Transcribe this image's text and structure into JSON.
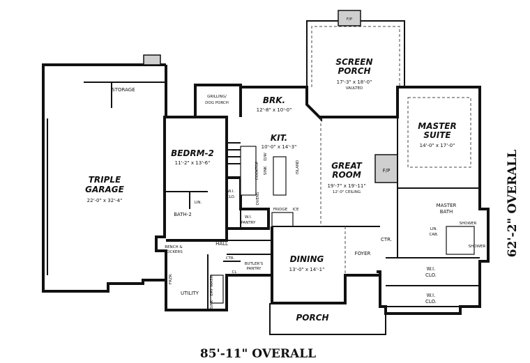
{
  "rooms": {
    "screen_porch": {
      "title_1": "SCREEN",
      "title_2": "PORCH",
      "dim": "17'-3\" x 18'-0\"",
      "note": "VAULTED"
    },
    "fp_top": "F/P",
    "storage": "STORAGE",
    "grilling": {
      "line1": "GRILLING/",
      "line2": "DOG PORCH"
    },
    "brk": {
      "title": "BRK.",
      "dim": "12'-8\" x 10'-0\""
    },
    "kit": {
      "title": "KIT.",
      "dim": "10'-0\" x 14'-3\""
    },
    "kitchen_labels": {
      "sink": "SINK",
      "dw": "D/W",
      "cooktop": "COOKTOP",
      "ovens": "OVENS",
      "island": "ISLAND",
      "fridge": "FRIDGE",
      "ice": "ICE"
    },
    "master_suite": {
      "title_1": "MASTER",
      "title_2": "SUITE",
      "dim": "14'-0\" x 17'-0\""
    },
    "bedrm2": {
      "title": "BEDRM-2",
      "dim": "11'-2\" x 13'-6\""
    },
    "garage": {
      "title_1": "TRIPLE",
      "title_2": "GARAGE",
      "dim": "22'-0\" x 32'-4\""
    },
    "great_room": {
      "title_1": "GREAT",
      "title_2": "ROOM",
      "dim": "19'-7\" x 19'-11\"",
      "note": "12'-0\" CEILING"
    },
    "fp_great": "F/P",
    "wi_clo_1": {
      "line1": "W.I.",
      "line2": "CLO."
    },
    "lin": "LIN.",
    "bath2": "BATH-2",
    "wi_pantry": {
      "line1": "W.I.",
      "line2": "PANTRY"
    },
    "master_bath": {
      "line1": "MASTER",
      "line2": "BATH"
    },
    "lin_cab": {
      "line1": "LIN.",
      "line2": "CAB."
    },
    "shower_1": "SHOWER",
    "shower_2": "SHOWER",
    "hall": "HALL",
    "bench": {
      "line1": "BENCH &",
      "line2": "LOCKERS"
    },
    "ctr_1": "CTR.",
    "ctr_2": "CTR.",
    "cl": "CL",
    "butlers": {
      "line1": "BUTLER'S",
      "line2": "PANTRY"
    },
    "dining": {
      "title": "DINING",
      "dim": "13'-0\" x 14'-1\""
    },
    "foyer": "FOYER",
    "wi_clo_2": {
      "line1": "W.I.",
      "line2": "CLO."
    },
    "wi_clo_3": {
      "line1": "W.I.",
      "line2": "CLO."
    },
    "utility": "UTILITY",
    "freezer": "FRZR.",
    "dry_wash": "DRY WASH",
    "sink_util": "SINK",
    "porch": "PORCH"
  },
  "overall_width": "85'-11\"  OVERALL",
  "overall_depth": "62'-2\"  OVERALL"
}
